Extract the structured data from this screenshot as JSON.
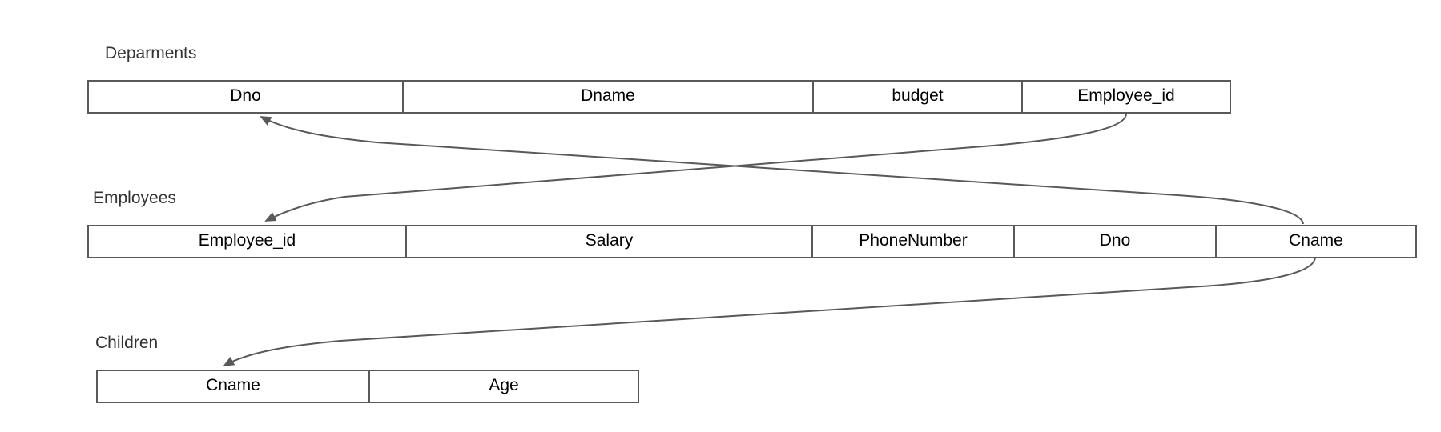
{
  "tables": {
    "departments": {
      "title": "Deparments",
      "columns": [
        "Dno",
        "Dname",
        "budget",
        "Employee_id"
      ]
    },
    "employees": {
      "title": "Employees",
      "columns": [
        "Employee_id",
        "Salary",
        "PhoneNumber",
        "Dno",
        "Cname"
      ]
    },
    "children": {
      "title": "Children",
      "columns": [
        "Cname",
        "Age"
      ]
    }
  },
  "relationships": [
    {
      "from": "Departments.Employee_id",
      "to": "Employees.Employee_id"
    },
    {
      "from": "Employees.Cname",
      "to": "Departments.Dno"
    },
    {
      "from": "Employees.Cname",
      "to": "Children.Cname"
    }
  ],
  "colors": {
    "line": "#595959",
    "border": "#595959",
    "title_text": "#333333",
    "cell_text": "#000000"
  }
}
